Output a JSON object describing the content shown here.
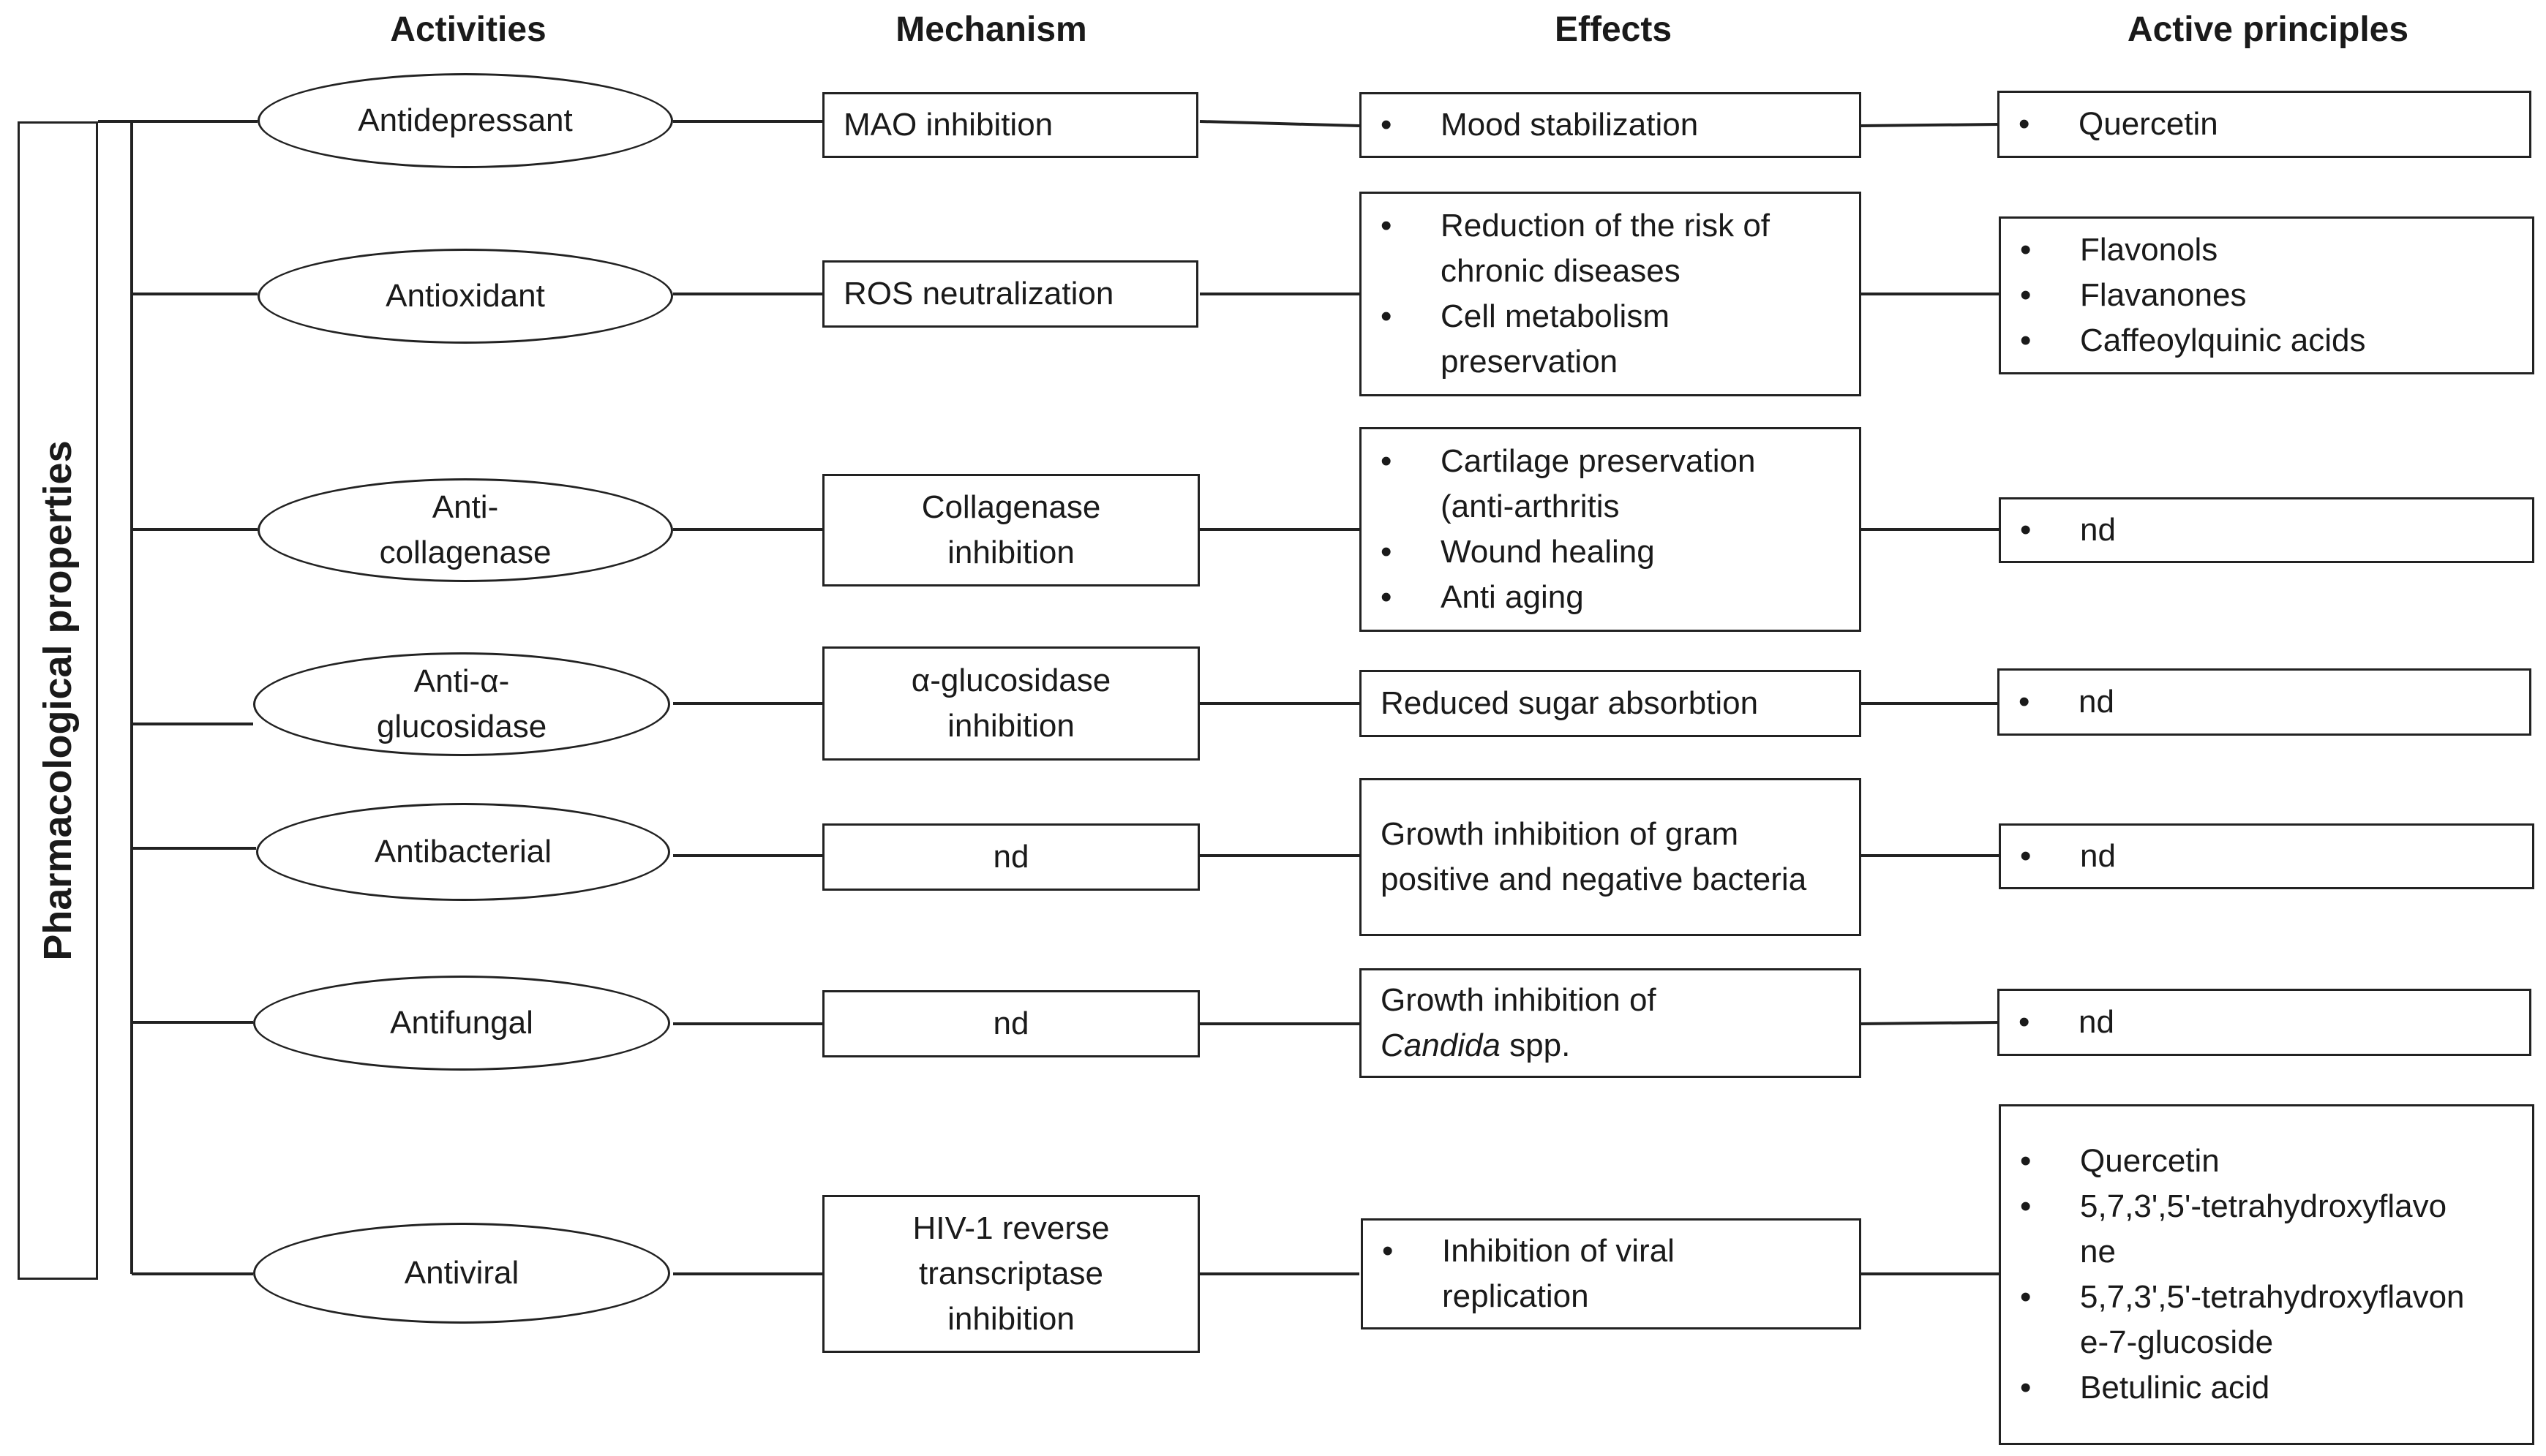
{
  "headers": {
    "activities": "Activities",
    "mechanism": "Mechanism",
    "effects": "Effects",
    "active_principles": "Active principles"
  },
  "side_label": "Pharmacological properties",
  "rows": [
    {
      "activity": "Antidepressant",
      "mechanism": "MAO inhibition",
      "effects": [
        "Mood stabilization"
      ],
      "principles": [
        "Quercetin"
      ]
    },
    {
      "activity": "Antioxidant",
      "mechanism": "ROS neutralization",
      "effects": [
        "Reduction of the risk of chronic diseases",
        "Cell metabolism preservation"
      ],
      "principles": [
        "Flavonols",
        "Flavanones",
        "Caffeoylquinic acids"
      ]
    },
    {
      "activity": "Anti-collagenase",
      "mechanism": "Collagenase inhibition",
      "effects": [
        "Cartilage preservation (anti-arthritis",
        "Wound healing",
        "Anti aging"
      ],
      "principles": [
        "nd"
      ]
    },
    {
      "activity": "Anti-α-glucosidase",
      "mechanism": "α-glucosidase inhibition",
      "effects_text": "Reduced sugar absorbtion",
      "principles": [
        "nd"
      ]
    },
    {
      "activity": "Antibacterial",
      "mechanism": "nd",
      "effects_text": "Growth inhibition of gram positive and negative bacteria",
      "principles": [
        "nd"
      ]
    },
    {
      "activity": "Antifungal",
      "mechanism": "nd",
      "effects_text_prefix": "Growth inhibition of",
      "effects_text_italic": "Candida",
      "effects_text_suffix": " spp.",
      "principles": [
        "nd"
      ]
    },
    {
      "activity": "Antiviral",
      "mechanism": "HIV-1 reverse transcriptase inhibition",
      "effects": [
        "Inhibition of viral replication"
      ],
      "principles": [
        "Quercetin",
        "5,7,3',5'-tetrahydroxyflavone",
        "5,7,3',5'-tetrahydroxyflavone-7-glucoside",
        "Betulinic acid"
      ]
    }
  ]
}
